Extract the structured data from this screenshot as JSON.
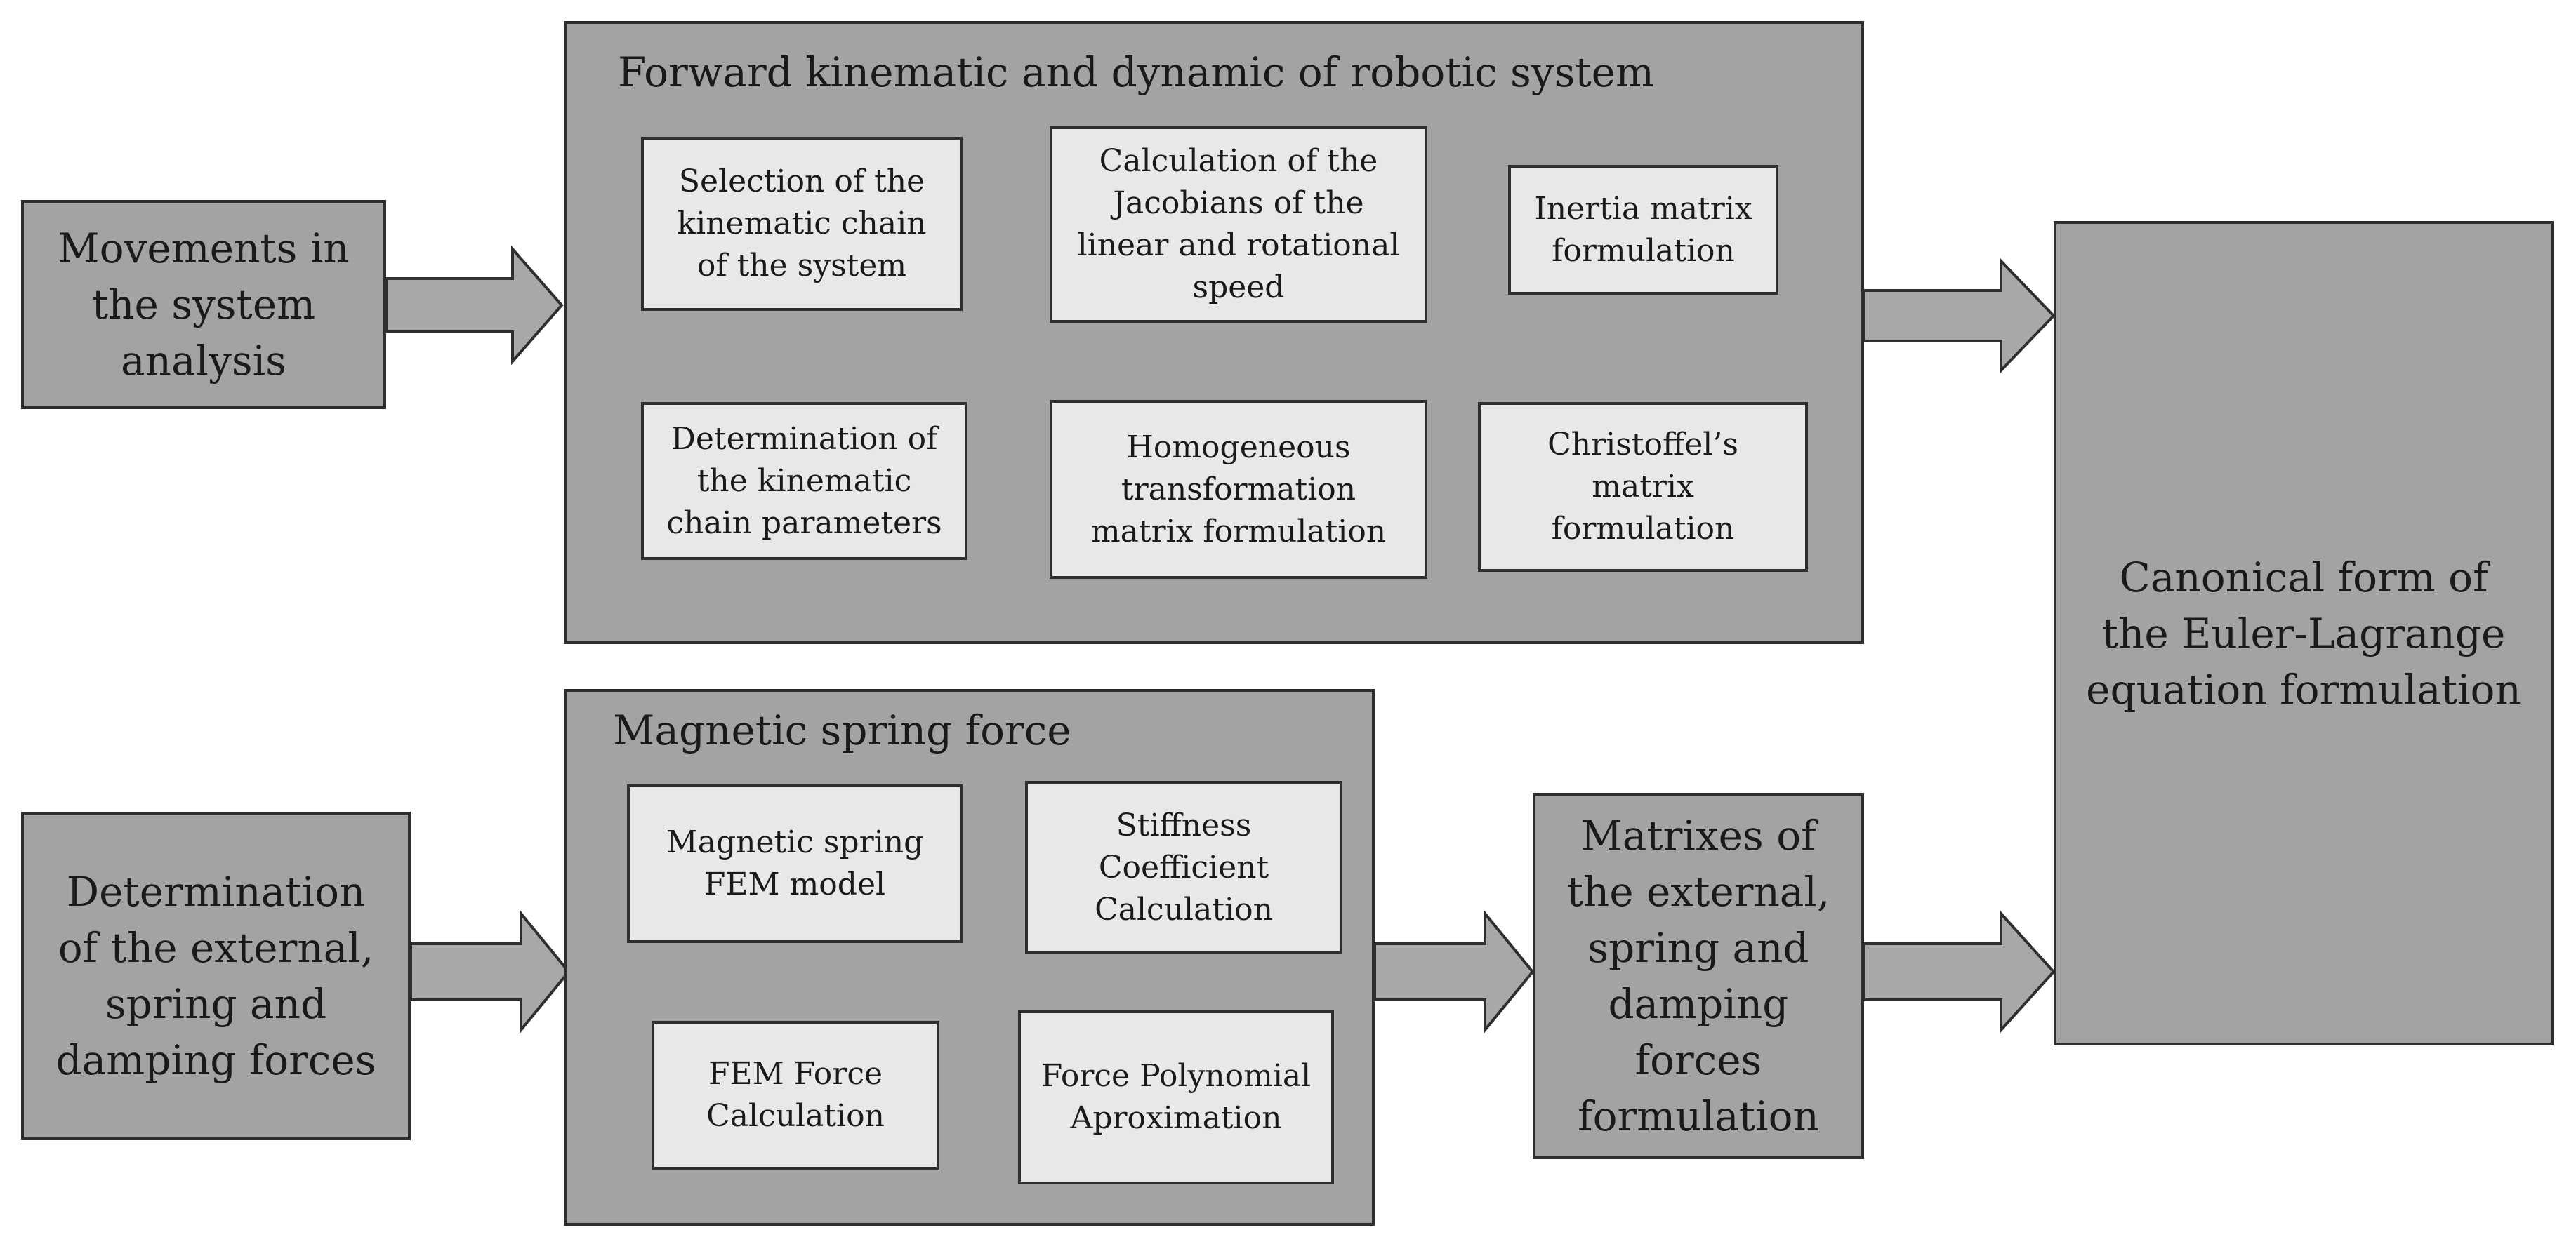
{
  "colors": {
    "outer_box": "#a3a3a3",
    "inner_box": "#e8e8e8",
    "border": "#2e2e2e",
    "arrow_fill": "#a8a8a8",
    "small_arrow_fill": "#f0f0f0"
  },
  "inputs": {
    "movements": "Movements in\nthe system\nanalysis",
    "forces": "Determination\nof the external,\nspring and\ndamping forces"
  },
  "kinematic_group": {
    "title": "Forward kinematic and dynamic of robotic system",
    "selection": "Selection of the\nkinematic chain\nof the system",
    "determination": "Determination of\nthe kinematic\nchain parameters",
    "homogeneous": "Homogeneous\ntransformation\nmatrix formulation",
    "jacobians": "Calculation of the\nJacobians of the\nlinear and rotational\nspeed",
    "inertia": "Inertia matrix\nformulation",
    "christoffel": "Christoffel’s\nmatrix\nformulation"
  },
  "magnetic_group": {
    "title": "Magnetic spring force",
    "fem_model": "Magnetic spring\nFEM model",
    "fem_force": "FEM Force\nCalculation",
    "polynomial": "Force Polynomial\nAproximation",
    "stiffness": "Stiffness\nCoefficient\nCalculation"
  },
  "matrixes": "Matrixes of\nthe external,\nspring and\ndamping\nforces\nformulation",
  "canonical": "Canonical form of\nthe Euler-Lagrange\nequation formulation"
}
